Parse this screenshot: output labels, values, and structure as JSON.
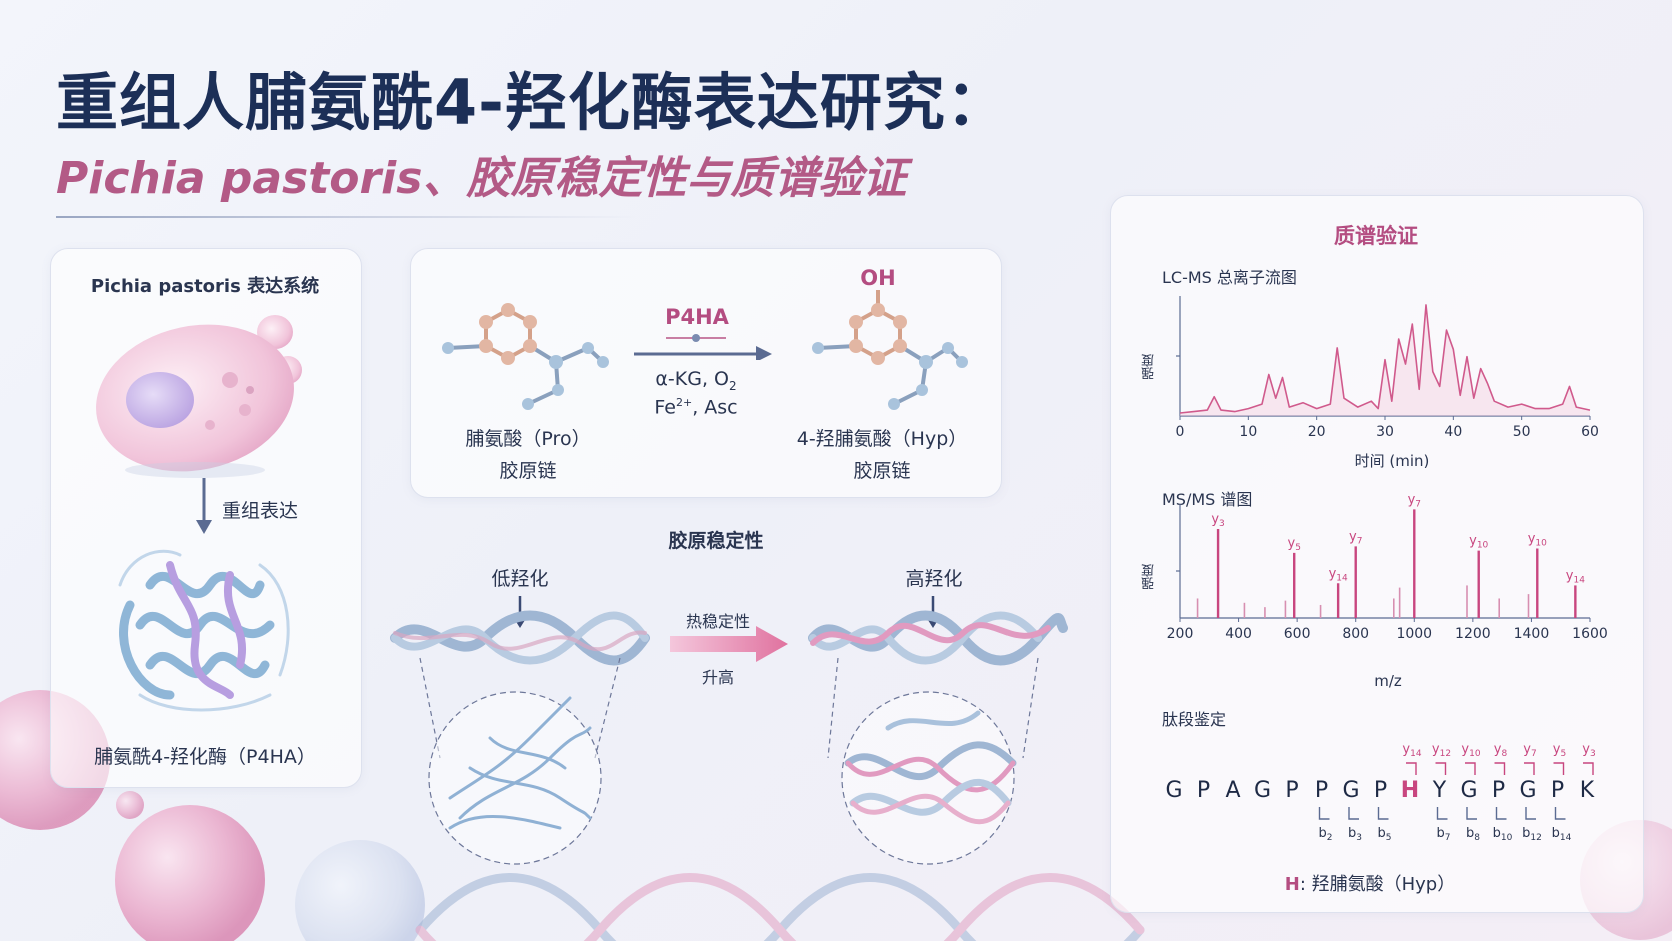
{
  "title": "重组人脯氨酰4-羟化酶表达研究：",
  "subtitle": "Pichia pastoris、胶原稳定性与质谱验证",
  "expression": {
    "title": "Pichia pastoris 表达系统",
    "arrow_label": "重组表达",
    "protein_label": "脯氨酰4-羟化酶（P4HA）"
  },
  "reaction": {
    "enzyme": "P4HA",
    "cofactors_line1": "α-KG, O",
    "cofactors_line1_sub": "2",
    "cofactors_line2": "Fe",
    "cofactors_line2_sup": "2+",
    "cofactors_line2_rest": ", Asc",
    "substrate_name": "脯氨酸（Pro）",
    "substrate_sub": "胶原链",
    "product_oh": "OH",
    "product_name": "4-羟脯氨酸（Hyp）",
    "product_sub": "胶原链"
  },
  "stability": {
    "title": "胶原稳定性",
    "low_label": "低羟化",
    "high_label": "高羟化",
    "arrow_top": "热稳定性",
    "arrow_bottom": "升高"
  },
  "ms": {
    "title": "质谱验证",
    "colors": {
      "accent": "#c8467f",
      "line": "#d05a8c"
    },
    "tic": {
      "label": "LC-MS 总离子流图",
      "ylabel": "强度",
      "xlabel": "时间 (min)",
      "ticks": [
        "0",
        "10",
        "20",
        "30",
        "40",
        "50",
        "60"
      ]
    },
    "msms": {
      "label": "MS/MS 谱图",
      "ylabel": "强度",
      "xlabel": "m/z",
      "ticks": [
        "200",
        "400",
        "600",
        "800",
        "1000",
        "1200",
        "1400",
        "1600"
      ],
      "peak_labels": [
        "y3",
        "y5",
        "y7",
        "y7",
        "y10",
        "y10",
        "y14",
        "y14"
      ]
    },
    "peptide": {
      "label": "肽段鉴定",
      "sequence": [
        "G",
        "P",
        "A",
        "G",
        "P",
        "P",
        "G",
        "P",
        "H",
        "Y",
        "G",
        "P",
        "G",
        "P",
        "K"
      ],
      "y_ions": [
        "y14",
        "y12",
        "y10",
        "y8",
        "y7",
        "y5",
        "y3"
      ],
      "b_ions": [
        "b2",
        "b3",
        "b5",
        "b7",
        "b8",
        "b10",
        "b12",
        "b14"
      ],
      "legend_key": "H",
      "legend_text": ": 羟脯氨酸（Hyp）"
    }
  },
  "chart_data": [
    {
      "type": "line",
      "title": "LC-MS 总离子流图",
      "xlabel": "时间 (min)",
      "ylabel": "强度",
      "xlim": [
        0,
        60
      ],
      "x": [
        0,
        2,
        4,
        5,
        6,
        8,
        10,
        12,
        13,
        14,
        15,
        16,
        18,
        20,
        22,
        23,
        24,
        26,
        28,
        29,
        30,
        31,
        32,
        33,
        34,
        35,
        36,
        37,
        38,
        39,
        40,
        41,
        42,
        43,
        44,
        45,
        46,
        48,
        50,
        52,
        54,
        56,
        57,
        58,
        60
      ],
      "series": [
        {
          "values": [
            2,
            3,
            4,
            13,
            4,
            3,
            5,
            8,
            28,
            12,
            26,
            6,
            9,
            5,
            8,
            46,
            12,
            6,
            10,
            5,
            38,
            10,
            52,
            35,
            62,
            18,
            75,
            30,
            20,
            58,
            45,
            14,
            40,
            12,
            32,
            22,
            10,
            6,
            8,
            5,
            5,
            8,
            20,
            6,
            4
          ]
        }
      ]
    },
    {
      "type": "bar",
      "title": "MS/MS 谱图",
      "xlabel": "m/z",
      "ylabel": "强度",
      "xlim": [
        200,
        1600
      ],
      "x": [
        260,
        330,
        420,
        490,
        560,
        590,
        680,
        740,
        800,
        930,
        950,
        1000,
        1180,
        1220,
        1290,
        1390,
        1420,
        1550
      ],
      "values": [
        18,
        82,
        14,
        10,
        16,
        60,
        12,
        32,
        66,
        18,
        28,
        100,
        30,
        62,
        18,
        22,
        64,
        30
      ]
    }
  ]
}
